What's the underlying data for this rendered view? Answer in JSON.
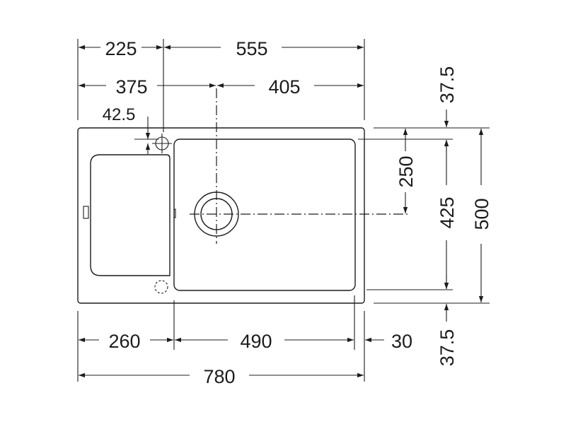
{
  "dimensions": {
    "top_left_width": "225",
    "top_right_width": "555",
    "center_left": "375",
    "center_right": "405",
    "drainer_inset": "42.5",
    "bottom_left": "260",
    "bowl_width": "490",
    "bottom_right": "30",
    "total_width": "780",
    "top_margin": "37.5",
    "drain_offset": "250",
    "bowl_depth": "425",
    "total_depth": "500",
    "bottom_margin": "37.5"
  }
}
